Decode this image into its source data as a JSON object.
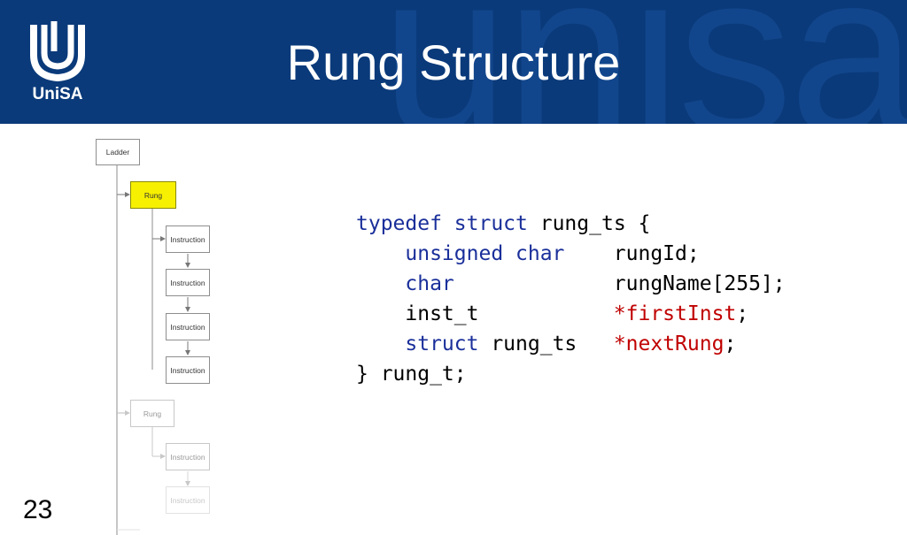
{
  "slide": {
    "title": "Rung Structure",
    "logo_text": "UniSA",
    "watermark_text": "unisa",
    "page_number": "23"
  },
  "diagram": {
    "ladder": "Ladder",
    "rung": "Rung",
    "instructions": [
      "Instruction",
      "Instruction",
      "Instruction",
      "Instruction"
    ],
    "rung2": "Rung",
    "instructions2": [
      "Instruction",
      "Instruction"
    ],
    "highlight_color": "#f7f000"
  },
  "code": {
    "lines": [
      [
        {
          "t": "typedef",
          "c": "kw"
        },
        {
          "t": " "
        },
        {
          "t": "struct",
          "c": "kw"
        },
        {
          "t": " rung_ts {"
        }
      ],
      [
        {
          "t": "    "
        },
        {
          "t": "unsigned char",
          "c": "kw"
        },
        {
          "t": "    rungId;"
        }
      ],
      [
        {
          "t": "    "
        },
        {
          "t": "char",
          "c": "kw"
        },
        {
          "t": "             rungName[255];"
        }
      ],
      [
        {
          "t": "    inst_t           "
        },
        {
          "t": "*firstInst",
          "c": "ptr"
        },
        {
          "t": ";"
        }
      ],
      [
        {
          "t": "    "
        },
        {
          "t": "struct",
          "c": "kw"
        },
        {
          "t": " rung_ts   "
        },
        {
          "t": "*nextRung",
          "c": "ptr"
        },
        {
          "t": ";"
        }
      ],
      [
        {
          "t": "} rung_t;"
        }
      ]
    ]
  },
  "colors": {
    "header_bg": "#0a3a7a",
    "keyword": "#1a2f9a",
    "pointer": "#c00000"
  }
}
